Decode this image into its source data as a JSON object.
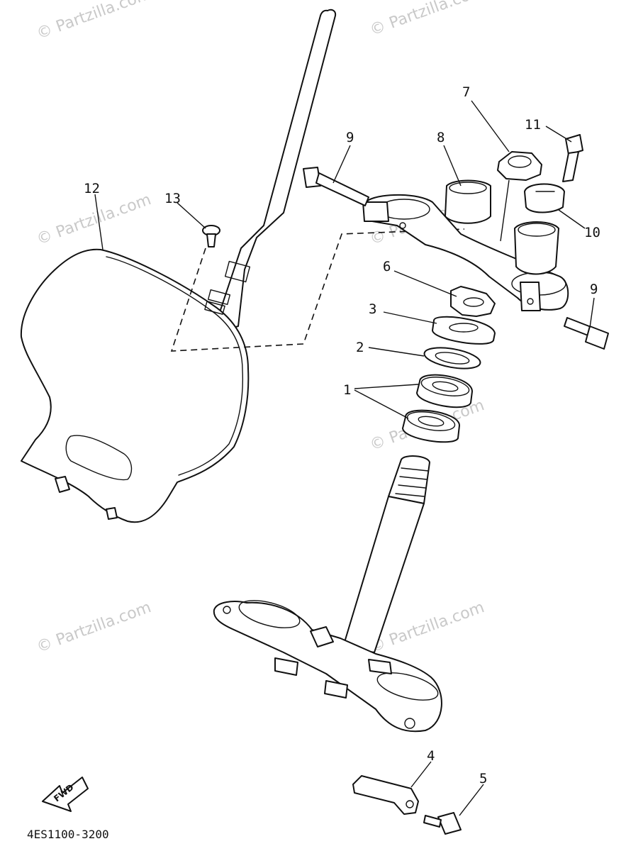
{
  "diagram": {
    "code": "4ES1100-3200",
    "fwd_label": "FWD",
    "watermark": "© Partzilla.com",
    "callouts": {
      "c1": "1",
      "c2": "2",
      "c3": "3",
      "c4": "4",
      "c5": "5",
      "c6": "6",
      "c7": "7",
      "c8": "8",
      "c9a": "9",
      "c9b": "9",
      "c10": "10",
      "c11": "11",
      "c12": "12",
      "c13": "13"
    }
  }
}
